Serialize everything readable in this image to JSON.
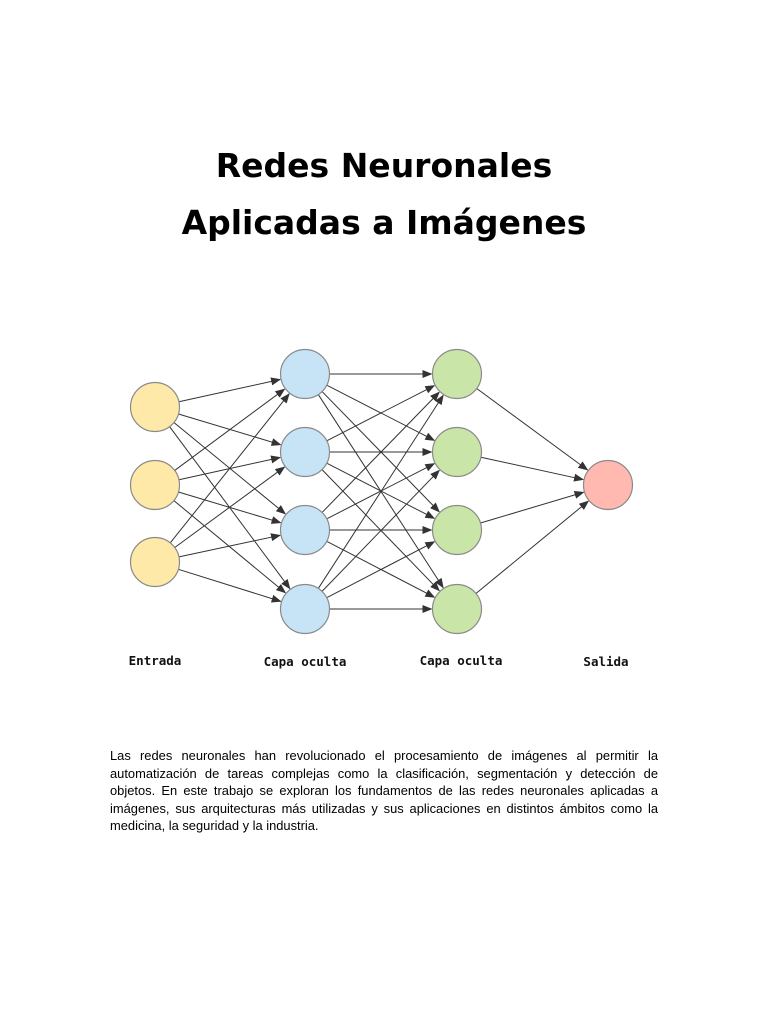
{
  "document": {
    "title_line1": "Redes Neuronales",
    "title_line2": "Aplicadas a Imágenes",
    "abstract": "Las redes neuronales han revolucionado el procesamiento de imágenes al permitir la automatización de tareas complejas como la clasificación, segmentación y detección de objetos. En este trabajo se exploran los fundamentos de las redes neuronales aplicadas a imágenes, sus arquitecturas más utilizadas y sus aplicaciones en distintos ámbitos como la medicina, la seguridad y la industria."
  },
  "diagram": {
    "layers": [
      {
        "label": "Entrada",
        "nodes": 3,
        "fill": "#ffe9a8"
      },
      {
        "label": "Capa oculta",
        "nodes": 4,
        "fill": "#c6e4f6"
      },
      {
        "label": "Capa oculta",
        "nodes": 4,
        "fill": "#c9e6a8"
      },
      {
        "label": "Salida",
        "nodes": 1,
        "fill": "#ffb9b0"
      }
    ],
    "edge_color": "#333333",
    "node_stroke": "#8a8a8a"
  }
}
